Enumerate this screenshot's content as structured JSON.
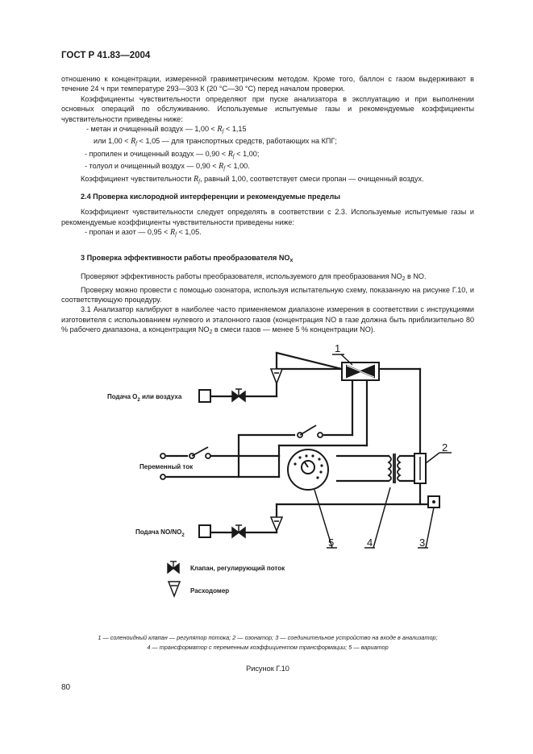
{
  "header": {
    "doc_id": "ГОСТ Р 41.83—2004"
  },
  "text": {
    "p1": "отношению к концентрации, измеренной гравиметрическим методом. Кроме того, баллон с газом выдерживают в течение 24 ч при температуре 293—303 К (20 °С—30 °С) перед началом проверки.",
    "p2": "Коэффициенты чувствительности определяют при пуске анализатора в эксплуатацию и при выполнении основных операций по обслуживанию. Используемые испытуемые газы и рекомендуемые коэффициенты чувствительности приведены ниже:",
    "l1a": "- метан и очищенный воздух — 1,00 < ",
    "l1b": " < 1,15",
    "l2a": "или 1,00 < ",
    "l2b": " < 1,05 — для транспортных средств, работающих на КПГ;",
    "l3a": "- пропилен и очищенный воздух — 0,90 < ",
    "l3b": " < 1,00;",
    "l4a": "- толуол и очищенный воздух — 0,90 < ",
    "l4b": " < 1,00.",
    "p3a": "Коэффициент чувствительности ",
    "p3b": ", равный 1,00, соответствует смеси пропан — очищенный воздух.",
    "h24": "2.4 Проверка кислородной интерференции и рекомендуемые пределы",
    "p4": "Коэффициент чувствительности следует определять в соответствии с 2.3. Используемые испытуемые газы и рекомендуемые коэффициенты чувствительности приведены ниже:",
    "l5a": "- пропан и азот — 0,95 < ",
    "l5b": " < 1,05.",
    "h3a": "3 Проверка эффективности работы преобразователя NO",
    "h3sub": "x",
    "p5a": "Проверяют эффективность работы преобразователя, используемого для преобразования NO",
    "p5sub": "2",
    "p5b": " в NO.",
    "p6": "Проверку можно провести с помощью озонатора, используя испытательную схему, показанную на рисунке Г.10, и соответствующую процедуру.",
    "p7a": "3.1 Анализатор калибруют в наиболее часто применяемом диапазоне измерения в соответствии с инструкциями изготовителя с использованием нулевого и эталонного газов (концентрация NO в газе должна быть приблизительно 80 % рабочего диапазона, а концентрация NO",
    "p7sub": "2",
    "p7b": " в смеси газов — менее 5 % концентрации NO).",
    "rf": "R",
    "rf_sub": "f"
  },
  "figure": {
    "label_o2_a": "Подача О",
    "label_o2_sub": "2",
    "label_o2_b": " или воздуха",
    "label_ac": "Переменный ток",
    "label_no_a": "Подача NO/NO",
    "label_no_sub": "2",
    "legend_valve": "Клапан, регулирующий поток",
    "legend_flow": "Расходомер",
    "callouts": [
      "1",
      "2",
      "3",
      "4",
      "5"
    ]
  },
  "caption": {
    "line1": "1 — соленоидный клапан — регулятор потока; 2 — озонатор; 3 — соединительное устройство на входе в анализатор;",
    "line2": "4 — трансформатор с переменным коэффициентом трансформации; 5 — вариатор"
  },
  "figure_title": "Рисунок Г.10",
  "page_number": "80"
}
